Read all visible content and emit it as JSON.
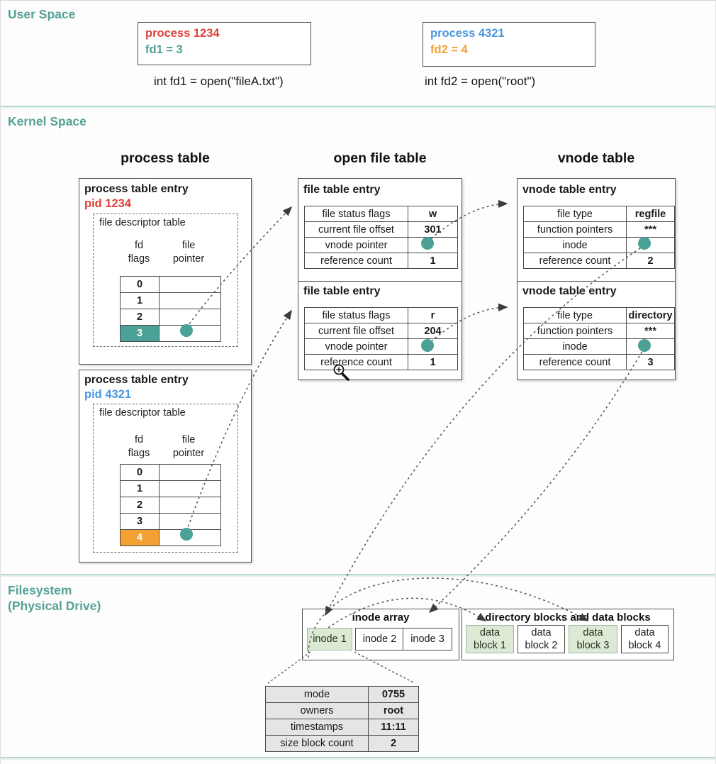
{
  "user_space": {
    "label": "User Space",
    "processes": [
      {
        "title": "process 1234",
        "fd": "fd1 = 3",
        "code": "int fd1 = open(\"fileA.txt\")"
      },
      {
        "title": "process 4321",
        "fd": "fd2 = 4",
        "code": "int fd2 = open(\"root\")"
      }
    ]
  },
  "kernel_space": {
    "label": "Kernel Space",
    "headings": {
      "process_table": "process table",
      "open_file_table": "open file table",
      "vnode_table": "vnode table"
    },
    "process_entries": [
      {
        "title": "process table entry",
        "pid": "pid 1234",
        "fd_table_label": "file descriptor table",
        "col1_header": "fd\nflags",
        "col2_header": "file\npointer",
        "fd_rows": [
          "0",
          "1",
          "2",
          "3"
        ]
      },
      {
        "title": "process table entry",
        "pid": "pid 4321",
        "fd_table_label": "file descriptor table",
        "col1_header": "fd\nflags",
        "col2_header": "file\npointer",
        "fd_rows": [
          "0",
          "1",
          "2",
          "3",
          "4"
        ]
      }
    ],
    "file_entries": [
      {
        "title": "file table entry",
        "rows": [
          {
            "label": "file status flags",
            "value": "w"
          },
          {
            "label": "current file offset",
            "value": "301"
          },
          {
            "label": "vnode pointer",
            "value": ""
          },
          {
            "label": "reference count",
            "value": "1"
          }
        ]
      },
      {
        "title": "file table entry",
        "rows": [
          {
            "label": "file status flags",
            "value": "r"
          },
          {
            "label": "current file offset",
            "value": "204"
          },
          {
            "label": "vnode pointer",
            "value": ""
          },
          {
            "label": "reference count",
            "value": "1"
          }
        ]
      }
    ],
    "vnode_entries": [
      {
        "title": "vnode table entry",
        "rows": [
          {
            "label": "file type",
            "value": "regfile"
          },
          {
            "label": "function pointers",
            "value": "***"
          },
          {
            "label": "inode",
            "value": ""
          },
          {
            "label": "reference count",
            "value": "2"
          }
        ]
      },
      {
        "title": "vnode table entry",
        "rows": [
          {
            "label": "file type",
            "value": "directory"
          },
          {
            "label": "function pointers",
            "value": "***"
          },
          {
            "label": "inode",
            "value": ""
          },
          {
            "label": "reference count",
            "value": "3"
          }
        ]
      }
    ]
  },
  "filesystem": {
    "label": "Filesystem\n(Physical Drive)",
    "inode_array": {
      "title": "inode array",
      "cells": [
        "inode 1",
        "inode 2",
        "inode 3"
      ]
    },
    "data_blocks": {
      "title": "directory blocks and data blocks",
      "cells": [
        "data\nblock 1",
        "data\nblock 2",
        "data\nblock 3",
        "data\nblock 4"
      ]
    },
    "inode_detail": {
      "rows": [
        {
          "label": "mode",
          "value": "0755"
        },
        {
          "label": "owners",
          "value": "root"
        },
        {
          "label": "timestamps",
          "value": "11:11"
        },
        {
          "label": "size block count",
          "value": "2"
        }
      ]
    }
  },
  "colors": {
    "section_label": "#55A295",
    "teal_accent": "#4BA196",
    "orange_accent": "#F5A033",
    "red_accent": "#DE4038",
    "blue_accent": "#4A96E0",
    "highlight_green": "#DCE9D5"
  }
}
